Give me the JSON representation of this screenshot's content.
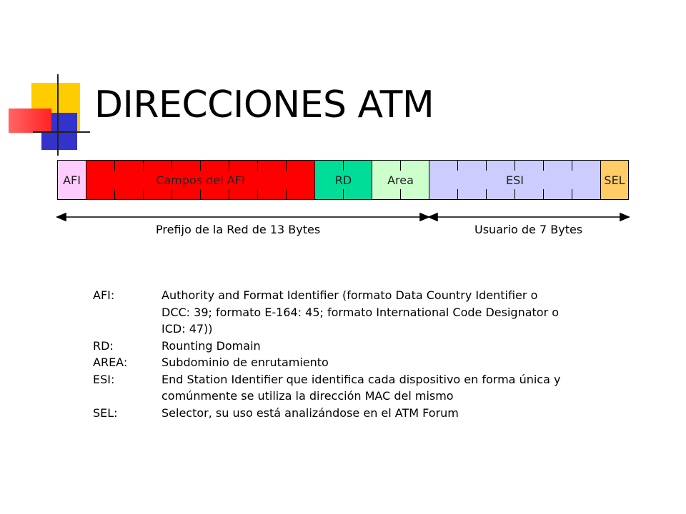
{
  "title": "DIRECCIONES ATM",
  "fields": [
    {
      "label": "AFI",
      "bytes": 1,
      "color": "#ffccff"
    },
    {
      "label": "Campos del AFI",
      "bytes": 8,
      "color": "#ff0000"
    },
    {
      "label": "RD",
      "bytes": 2,
      "color": "#00dd99"
    },
    {
      "label": "Area",
      "bytes": 2,
      "color": "#ccffcc"
    },
    {
      "label": "ESI",
      "bytes": 6,
      "color": "#ccccff"
    },
    {
      "label": "SEL",
      "bytes": 1,
      "color": "#ffcc66"
    }
  ],
  "brackets": {
    "prefix": "Prefijo de la Red de 13 Bytes",
    "user": "Usuario de 7 Bytes"
  },
  "definitions": [
    {
      "term": "AFI:",
      "lines": [
        "Authority and Format Identifier (formato Data Country Identifier o",
        "DCC: 39; formato E-164: 45; formato International Code Designator o",
        "ICD: 47))"
      ]
    },
    {
      "term": "RD:",
      "lines": [
        "Rounting Domain"
      ]
    },
    {
      "term": "AREA:",
      "lines": [
        "Subdominio de enrutamiento"
      ]
    },
    {
      "term": "ESI:",
      "lines": [
        "End Station Identifier que identifica cada dispositivo en forma única y",
        "comúnmente se utiliza la dirección MAC del mismo"
      ]
    },
    {
      "term": "SEL:",
      "lines": [
        "Selector, su uso está analizándose en el ATM Forum"
      ]
    }
  ]
}
